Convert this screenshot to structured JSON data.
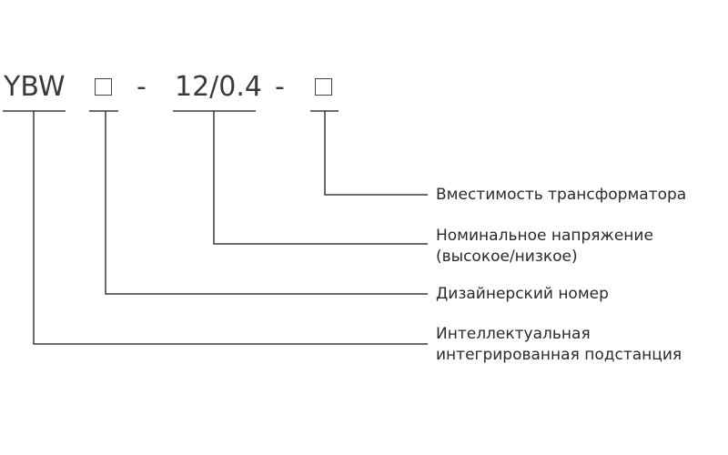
{
  "code": {
    "prefix": "YBW",
    "sep1": "-",
    "rating": "12/0.4",
    "sep2": "-"
  },
  "labels": {
    "capacity": "Вместимость трансформатора",
    "voltage_line1": "Номинальное напряжение",
    "voltage_line2": "(высокое/низкое)",
    "design": "Дизайнерский номер",
    "substation_line1": "Интеллектуальная",
    "substation_line2": "интегрированная подстанция"
  }
}
